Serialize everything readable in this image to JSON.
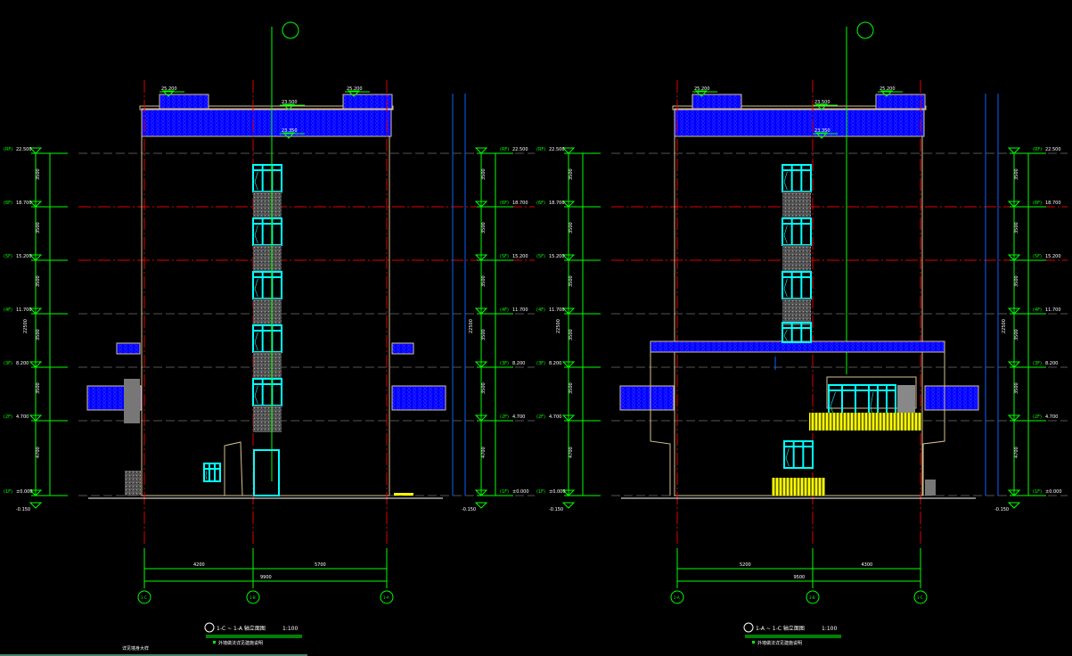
{
  "drawings": [
    {
      "title": "1-C ~ 1-A 轴立面图",
      "scale": "1:100",
      "note": "外墙做法详见建施说明",
      "remark": "详见墙身大样",
      "axes": [
        "1-C",
        "1-B",
        "1-A"
      ],
      "dims": [
        "4200",
        "5700",
        "9900"
      ],
      "roof_marks": [
        "25.200",
        "25.200",
        "23.500",
        "23.350"
      ],
      "variant": "left"
    },
    {
      "title": "1-A ~ 1-C 轴立面图",
      "scale": "1:100",
      "note": "外墙做法详见建施说明",
      "axes": [
        "1-A",
        "1-B",
        "1-C"
      ],
      "dims": [
        "5200",
        "4300",
        "9500"
      ],
      "roof_marks": [
        "25.200",
        "25.200",
        "23.500",
        "23.350"
      ],
      "variant": "right"
    }
  ],
  "levels": [
    {
      "floor": "(RF)",
      "elev": "22.500",
      "span": "3500"
    },
    {
      "floor": "(6F)",
      "elev": "18.700",
      "span": "3500"
    },
    {
      "floor": "(5F)",
      "elev": "15.200",
      "span": "3500"
    },
    {
      "floor": "(4F)",
      "elev": "11.700",
      "span": "3500"
    },
    {
      "floor": "(3F)",
      "elev": "8.200",
      "span": "3500"
    },
    {
      "floor": "(2F)",
      "elev": "4.700",
      "span": "4700"
    },
    {
      "floor": "(1F)",
      "elev": "±0.000",
      "span": ""
    }
  ],
  "ground": "-0.150",
  "total_height": "22500",
  "colors": {
    "axis": "#e00000",
    "dim": "#00ff00",
    "wall": "#d8c090",
    "glass": "#00ffff",
    "tile": "#0000ff",
    "rail": "#ffff00"
  }
}
